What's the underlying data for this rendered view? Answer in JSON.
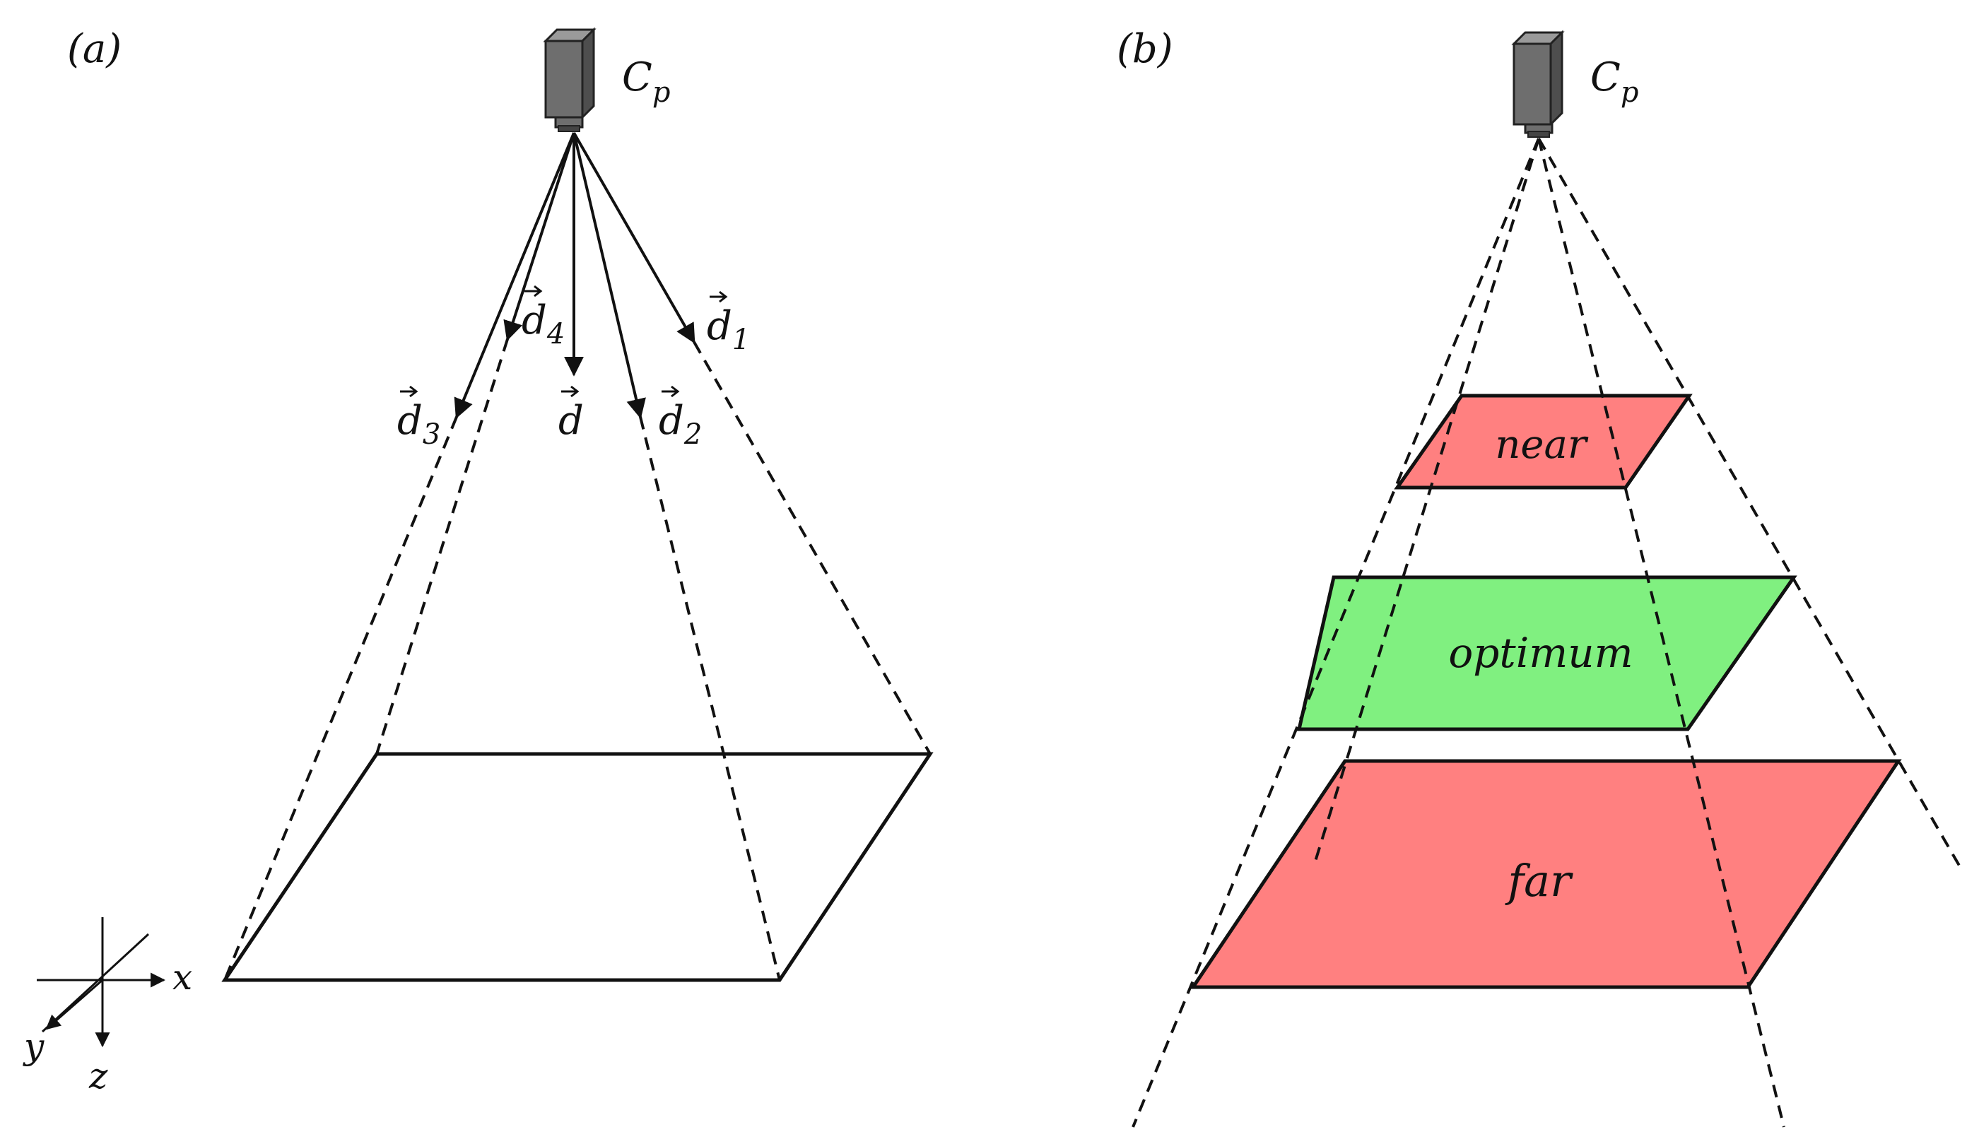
{
  "panel_a": {
    "label": "(a)",
    "camera_label": "C",
    "camera_sub": "p",
    "vectors": [
      {
        "name": "d",
        "sub": "1"
      },
      {
        "name": "d",
        "sub": "2"
      },
      {
        "name": "d",
        "sub": "3"
      },
      {
        "name": "d",
        "sub": "4"
      },
      {
        "name": "d",
        "sub": ""
      }
    ],
    "axes": {
      "x": "x",
      "y": "y",
      "z": "z"
    }
  },
  "panel_b": {
    "label": "(b)",
    "camera_label": "C",
    "camera_sub": "p",
    "planes": [
      {
        "label": "near",
        "color": "#ff8080"
      },
      {
        "label": "optimum",
        "color": "#80f080"
      },
      {
        "label": "far",
        "color": "#ff8080"
      }
    ]
  },
  "colors": {
    "camera_body": "#6e6e6e",
    "camera_top": "#9a9a9a",
    "camera_side": "#4e4e4e",
    "line": "#111111"
  }
}
